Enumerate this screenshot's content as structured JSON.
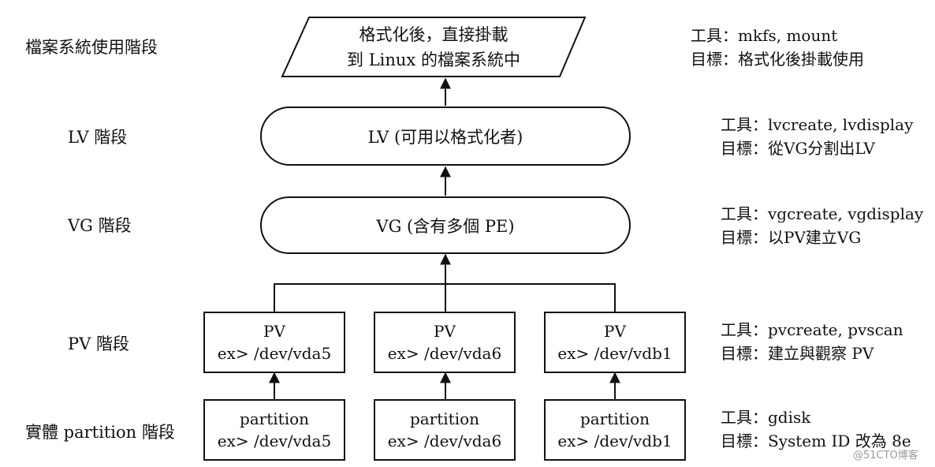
{
  "stages": {
    "fs": "檔案系統使用階段",
    "lv": "LV 階段",
    "vg": "VG 階段",
    "pv": "PV 階段",
    "part": "實體 partition 階段"
  },
  "top_box": {
    "line1": "格式化後，直接掛載",
    "line2": "到 Linux 的檔案系統中"
  },
  "lv_box": "LV (可用以格式化者)",
  "vg_box": "VG (含有多個 PE)",
  "pv_boxes": [
    {
      "title": "PV",
      "device": "ex> /dev/vda5"
    },
    {
      "title": "PV",
      "device": "ex> /dev/vda6"
    },
    {
      "title": "PV",
      "device": "ex> /dev/vdb1"
    }
  ],
  "partition_boxes": [
    {
      "title": "partition",
      "device": "ex> /dev/vda5"
    },
    {
      "title": "partition",
      "device": "ex> /dev/vda6"
    },
    {
      "title": "partition",
      "device": "ex> /dev/vdb1"
    }
  ],
  "notes": {
    "fs": {
      "tool": "工具：mkfs, mount",
      "goal": "目標：格式化後掛載使用"
    },
    "lv": {
      "tool": "工具：lvcreate, lvdisplay",
      "goal": "目標：從VG分割出LV"
    },
    "vg": {
      "tool": "工具：vgcreate, vgdisplay",
      "goal": "目標：以PV建立VG"
    },
    "pv": {
      "tool": "工具：pvcreate, pvscan",
      "goal": "目標：建立與觀察 PV"
    },
    "part": {
      "tool": "工具：gdisk",
      "goal": "目標：System ID 改為 8e"
    }
  },
  "watermark": "@51CTO博客"
}
